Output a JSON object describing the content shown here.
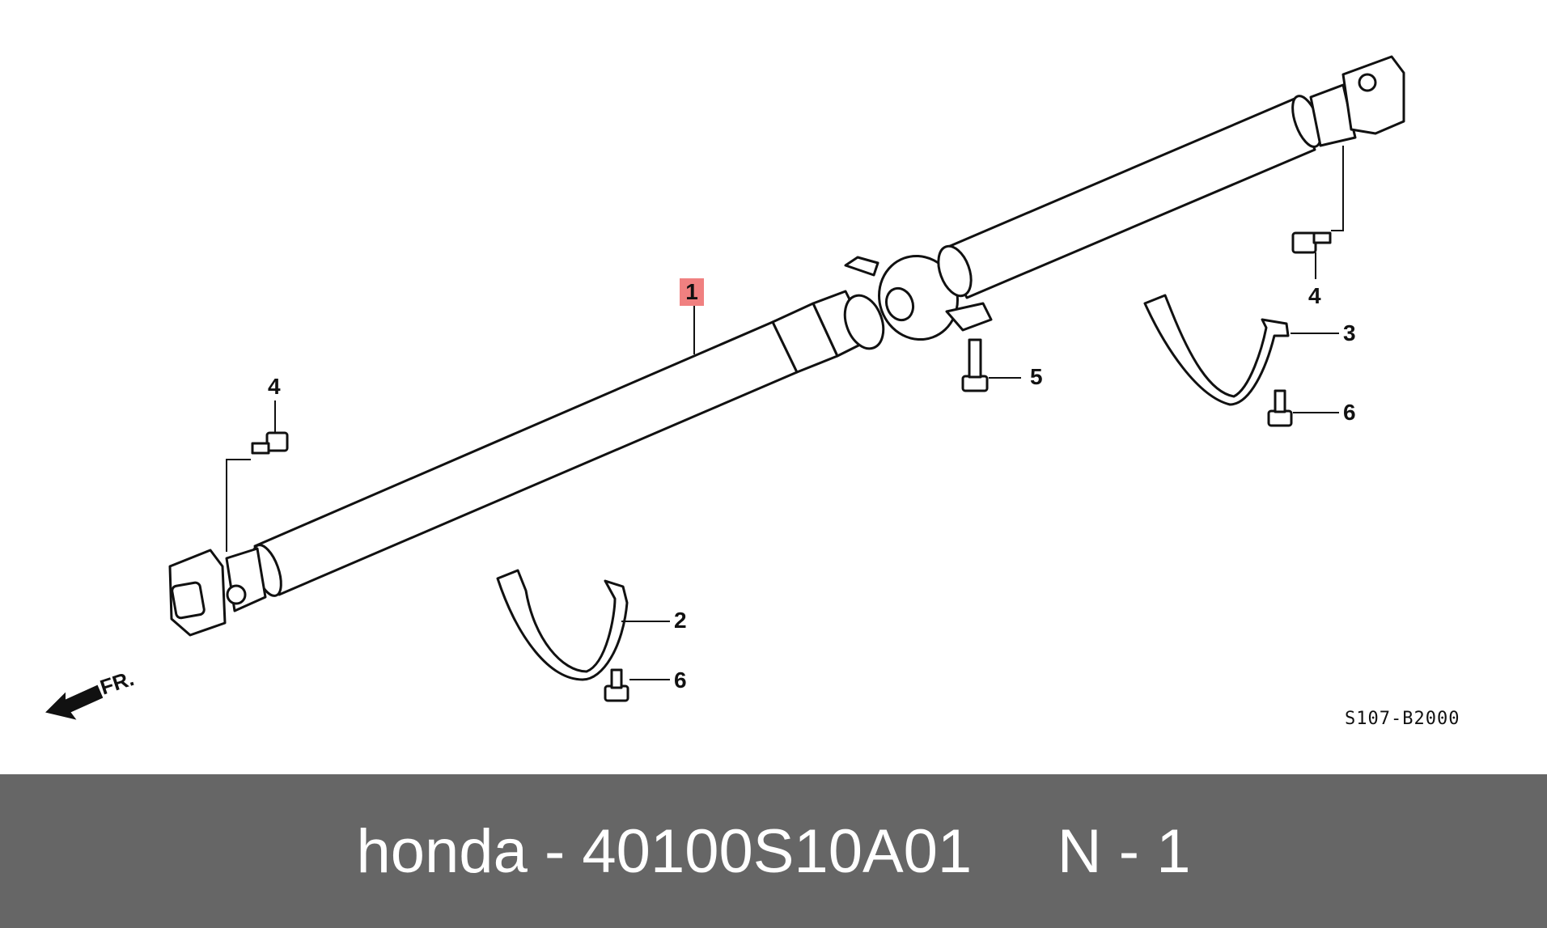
{
  "diagram": {
    "callouts": {
      "c1": "1",
      "c2": "2",
      "c3": "3",
      "c4_left": "4",
      "c4_right": "4",
      "c5": "5",
      "c6_left": "6",
      "c6_right": "6"
    },
    "direction_label": "FR.",
    "drawing_code": "S107-B2000",
    "colors": {
      "highlight": "#f08080",
      "line": "#111111",
      "footer_bg": "#666666",
      "footer_text": "#ffffff"
    }
  },
  "footer": {
    "brand": "honda",
    "separator": "-",
    "part_number": "40100S10A01",
    "suffix": "N - 1"
  }
}
